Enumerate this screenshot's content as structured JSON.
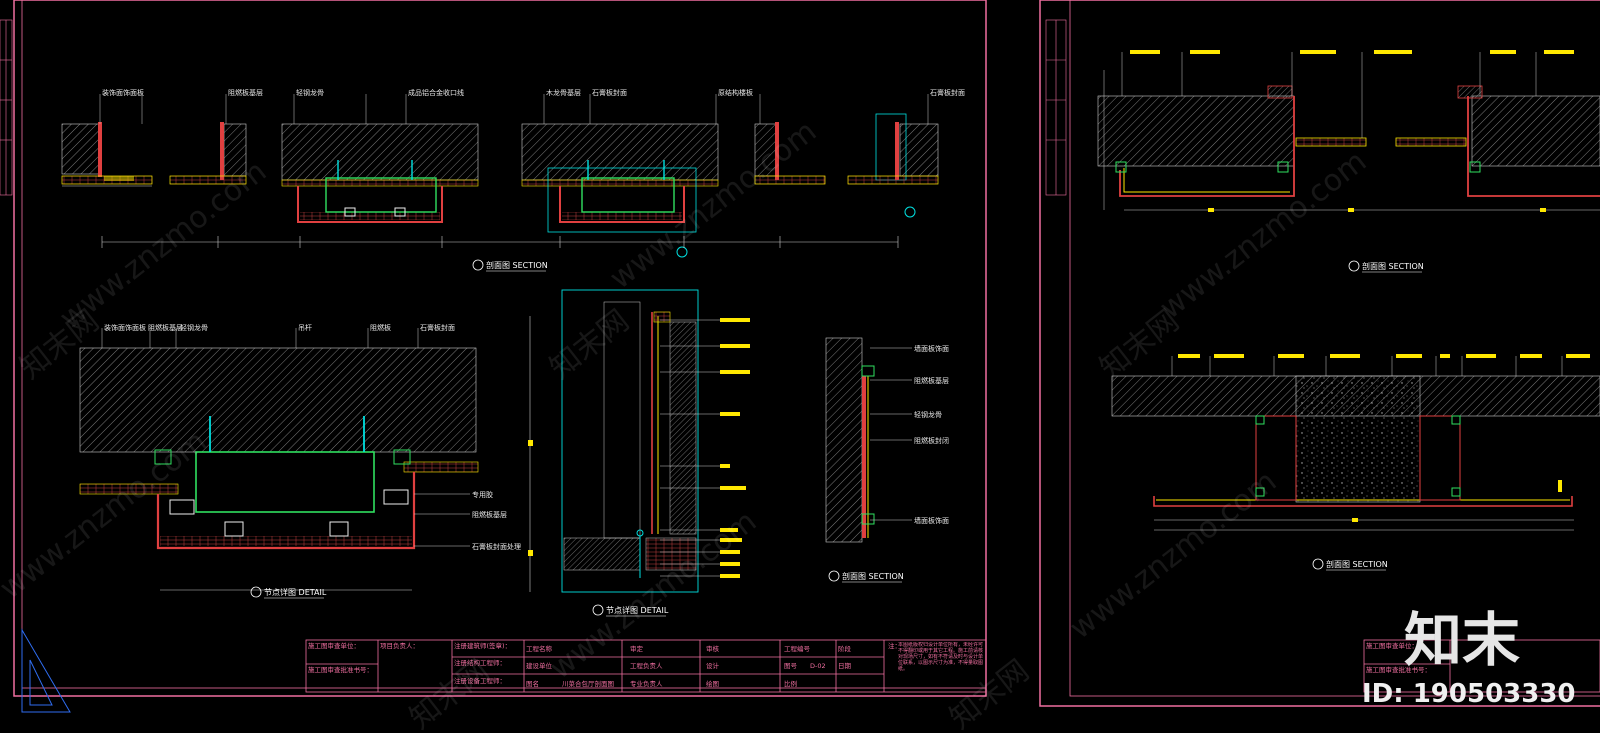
{
  "sheet_left": {
    "section_a_title": "剖面图 SECTION",
    "section_a_labels": [
      "装饰面饰面板",
      "阻燃板基层",
      "轻钢龙骨",
      "成品铝合金收口线",
      "木龙骨基层",
      "石膏板封面",
      "原结构楼板",
      "石膏板封面"
    ],
    "detail_1_title": "节点详图 DETAIL",
    "detail_1_labels": [
      "装饰面饰面板",
      "阻燃板基层",
      "轻钢龙骨",
      "吊杆",
      "阻燃板",
      "石膏板封面"
    ],
    "detail_1_side_labels": [
      "专用胶",
      "阻燃板基层",
      "石膏板封面处理"
    ],
    "detail_2_title": "节点详图 DETAIL",
    "section_b_title": "剖面图 SECTION",
    "section_b_labels": [
      "墙面板饰面",
      "阻燃板基层",
      "轻钢龙骨",
      "阻燃板封闭",
      "墙面板饰面"
    ],
    "title_block": {
      "col1": [
        "施工图审查单位：",
        "施工图审查批准书号："
      ],
      "col2": [
        "项目负责人："
      ],
      "col3": [
        "注册建筑师(签章)：",
        "注册结构工程师：",
        "注册设备工程师："
      ],
      "col4": [
        "工程名称",
        "建设单位",
        "图名"
      ],
      "drawing_name": "川菜合包厅剖面图",
      "col5": [
        "审定",
        "工程负责人",
        "专业负责人"
      ],
      "col6": [
        "审核",
        "设计",
        "绘图"
      ],
      "col7": [
        "工程编号",
        "图号",
        "比例"
      ],
      "drawing_no": "D-02",
      "col8": [
        "阶段",
        "日期"
      ],
      "notes_label": "注：",
      "notes_text": "本图纸版权归设计单位所有，未经许可不得翻印或用于其它工程。施工前请核对现场尺寸，如有不符请及时与设计单位联系，以图示尺寸为准，不得量取图纸。"
    }
  },
  "sheet_right": {
    "section_a_title": "剖面图 SECTION",
    "section_b_title": "剖面图 SECTION",
    "title_block": [
      "施工图审查单位：",
      "施工图审查批准书号："
    ]
  },
  "watermark": {
    "text": "www.znzmo.com",
    "cn_text": "知末网",
    "logo": "知末",
    "id_text": "ID: 190503330"
  },
  "colors": {
    "background": "#000000",
    "frame": "#f06fa0",
    "cyan": "#00e0e0",
    "green": "#30e060",
    "yellow": "#ffe800",
    "red": "#e04040"
  }
}
